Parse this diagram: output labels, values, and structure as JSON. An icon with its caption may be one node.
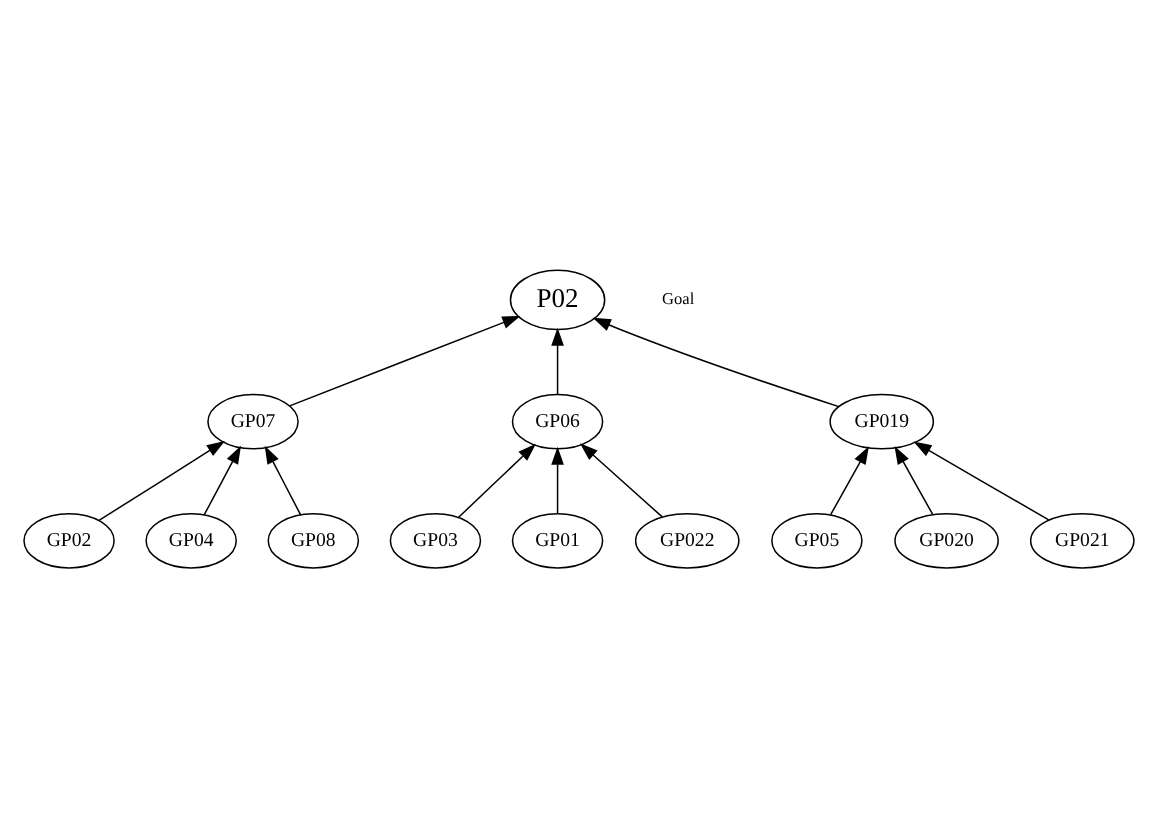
{
  "diagram": {
    "nodes": [
      {
        "text": [
          "P02"
        ],
        "beside": [
          "Goal"
        ]
      },
      {
        "text": [
          "GP07"
        ]
      },
      {
        "text": [
          "GP06"
        ]
      },
      {
        "text": [
          "GP019"
        ]
      },
      {
        "text": [
          "GP02"
        ]
      },
      {
        "text": [
          "GP04"
        ]
      },
      {
        "text": [
          "GP08"
        ]
      },
      {
        "text": [
          "GP03"
        ]
      },
      {
        "text": [
          "GP01"
        ]
      },
      {
        "text": [
          "GP022"
        ]
      },
      {
        "text": [
          "GP05"
        ]
      },
      {
        "text": [
          "GP020"
        ]
      },
      {
        "text": [
          "GP021"
        ]
      }
    ],
    "edges": [
      {
        "from": 1,
        "to": 0,
        "arrow": "to"
      },
      {
        "from": 2,
        "to": 0,
        "arrow": "to"
      },
      {
        "from": 3,
        "to": 0,
        "arrow": "to"
      },
      {
        "from": 4,
        "to": 1,
        "arrow": "to"
      },
      {
        "from": 5,
        "to": 1,
        "arrow": "to"
      },
      {
        "from": 6,
        "to": 1,
        "arrow": "to"
      },
      {
        "from": 7,
        "to": 2,
        "arrow": "to"
      },
      {
        "from": 8,
        "to": 2,
        "arrow": "to"
      },
      {
        "from": 9,
        "to": 2,
        "arrow": "to"
      },
      {
        "from": 10,
        "to": 3,
        "arrow": "to"
      },
      {
        "from": 11,
        "to": 3,
        "arrow": "to"
      },
      {
        "from": 12,
        "to": 3,
        "arrow": "to"
      }
    ]
  }
}
